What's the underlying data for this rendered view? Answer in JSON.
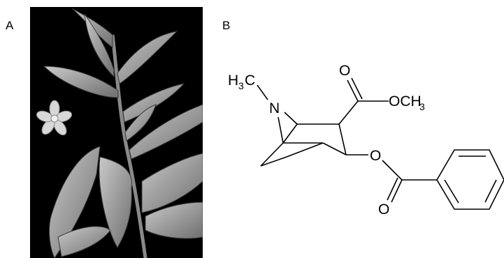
{
  "panels": {
    "a": {
      "label": "A"
    },
    "b": {
      "label": "B"
    }
  },
  "structure": {
    "n_methyl_h": "H",
    "n_methyl_sub": "3",
    "n_methyl_c": "C",
    "nitrogen": "N",
    "carbonyl_o_top": "O",
    "ester_o": "OCH",
    "ester_sub": "3",
    "ring_o": "O",
    "carbonyl_o_bottom": "O"
  },
  "colors": {
    "photo_background": "#000000",
    "leaf": "#9a9a9a",
    "flower": "#d8d8d8"
  }
}
